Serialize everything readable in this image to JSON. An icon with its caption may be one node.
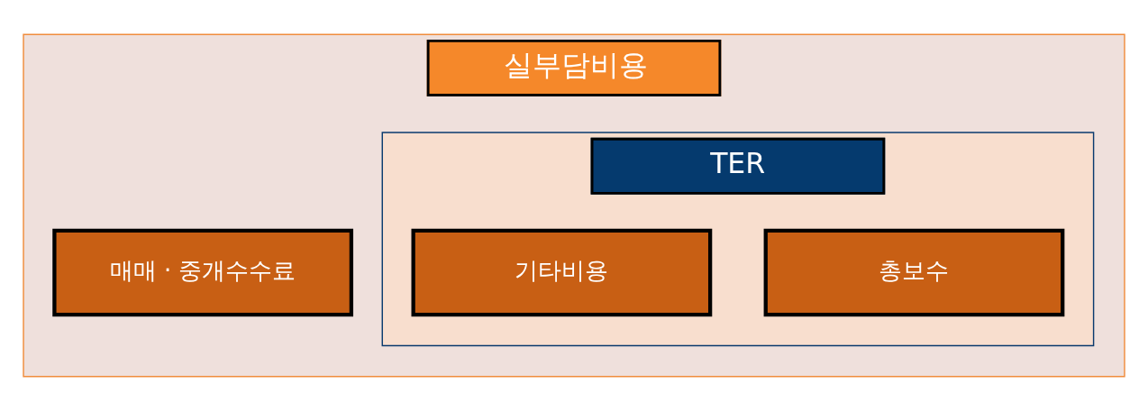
{
  "diagram": {
    "nodes": [
      {
        "text": [
          "실부담비용"
        ]
      },
      {
        "text": [
          "TER"
        ],
        "in": 0
      },
      {
        "text": [
          "총보수"
        ],
        "in": 1
      },
      {
        "text": [
          "기타비용"
        ],
        "in": 1
      },
      {
        "text": [
          "매매 · 중개수수료"
        ],
        "in": 0
      }
    ],
    "edges": []
  }
}
